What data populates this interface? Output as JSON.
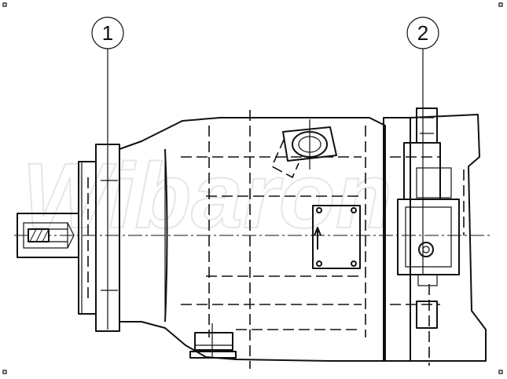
{
  "callouts": [
    {
      "label": "1"
    },
    {
      "label": "2"
    }
  ],
  "watermark": {
    "text": "Wibaron"
  },
  "colors": {
    "line": "#111111",
    "background": "#ffffff",
    "watermark": "#e6e6e6"
  }
}
